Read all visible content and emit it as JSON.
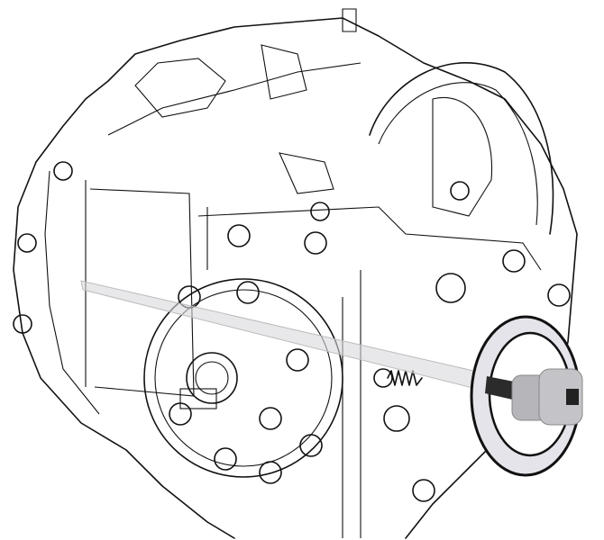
{
  "illustration": {
    "subject_icon": "transmission-housing-line-drawing",
    "tool_icon": "hex-bit-socket-tool",
    "detail_icon": "magnified-detail-ring"
  },
  "colors": {
    "line": "#111111",
    "background": "#ffffff",
    "ring_fill": "#e4e4ea",
    "socket_fill": "#b5b5ba",
    "hex_shaft": "#2b2b2b",
    "tool_axis": "#d9d9de"
  }
}
